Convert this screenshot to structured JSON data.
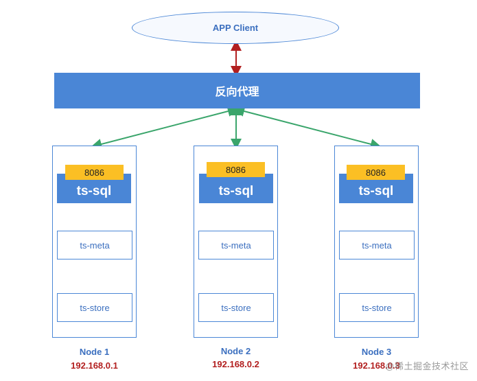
{
  "client": {
    "label": "APP Client"
  },
  "proxy": {
    "label": "反向代理"
  },
  "colors": {
    "blue": "#4a86d6",
    "port": "#fbbf24",
    "green": "#3aa56b",
    "red": "#b21f1f"
  },
  "nodes": [
    {
      "port": "8086",
      "sql": "ts-sql",
      "meta": "ts-meta",
      "store": "ts-store",
      "name": "Node 1",
      "ip": "192.168.0.1"
    },
    {
      "port": "8086",
      "sql": "ts-sql",
      "meta": "ts-meta",
      "store": "ts-store",
      "name": "Node 2",
      "ip": "192.168.0.2"
    },
    {
      "port": "8086",
      "sql": "ts-sql",
      "meta": "ts-meta",
      "store": "ts-store",
      "name": "Node 3",
      "ip": "192.168.0.3"
    }
  ],
  "watermark": "@稀土掘金技术社区"
}
